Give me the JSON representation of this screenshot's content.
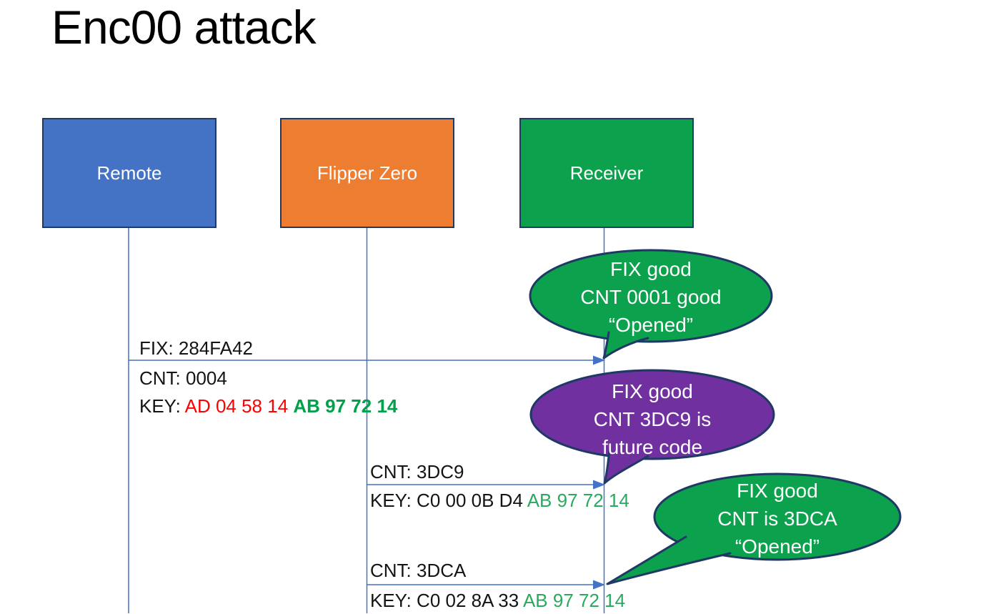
{
  "slide": {
    "title": "Enc00 attack"
  },
  "actors": [
    {
      "label": "Remote",
      "fill": "#4472c4"
    },
    {
      "label": "Flipper Zero",
      "fill": "#ed7d31"
    },
    {
      "label": "Receiver",
      "fill": "#0ca24d"
    }
  ],
  "messages": [
    {
      "fix": "FIX: 284FA42",
      "cnt": "CNT: 0004",
      "key_prefix": "KEY: ",
      "key_red": "AD 04 58 14 ",
      "key_green": "AB 97 72 14"
    },
    {
      "cnt": "CNT: 3DC9",
      "key_prefix": "KEY: C0 00 0B D4 ",
      "key_green": "AB 97 72 14"
    },
    {
      "cnt": "CNT: 3DCA",
      "key_prefix": "KEY: C0 02 8A 33 ",
      "key_green": "AB 97 72 14"
    }
  ],
  "callouts": [
    {
      "fill": "#0ca24d",
      "lines": [
        "FIX good",
        "CNT 0001 good",
        "“Opened”"
      ]
    },
    {
      "fill": "#7030a0",
      "lines": [
        "FIX good",
        "CNT 3DC9 is",
        "future code"
      ]
    },
    {
      "fill": "#0ca24d",
      "lines": [
        "FIX good",
        "CNT is 3DCA",
        "“Opened”"
      ]
    }
  ],
  "colors": {
    "outline_navy": "#1f3864",
    "connector_blue": "#4472c4",
    "actor_blue": "#4472c4",
    "actor_orange": "#ed7d31",
    "green": "#0ca24d",
    "purple": "#7030a0",
    "key_red": "#ff0000",
    "key_green_bold": "#00a14b",
    "key_green": "#2aa95f"
  }
}
